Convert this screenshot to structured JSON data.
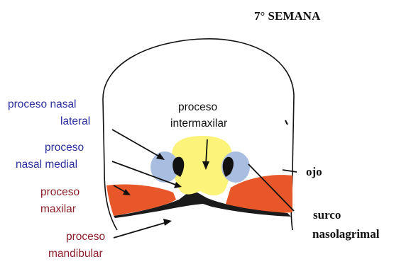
{
  "title": "7° SEMANA",
  "labels": {
    "nasal_lateral_1": "proceso nasal",
    "nasal_lateral_2": "lateral",
    "nasal_medial_1": "proceso",
    "nasal_medial_2": "nasal medial",
    "maxilar_1": "proceso",
    "maxilar_2": "maxilar",
    "mandibular_1": "proceso",
    "mandibular_2": "mandibular",
    "intermaxilar_1": "proceso",
    "intermaxilar_2": "intermaxilar",
    "ojo": "ojo",
    "surco_1": "surco",
    "surco_2": "nasolagrimal"
  },
  "colors": {
    "blue_label": "#2b2f9e",
    "red_label": "#8c1f2a",
    "black_label": "#111111",
    "yellow_region": "#fbf37a",
    "blue_region": "#a9bde0",
    "orange_region": "#e8572a",
    "dark_region": "#1a1a1a",
    "outline": "#111111"
  }
}
